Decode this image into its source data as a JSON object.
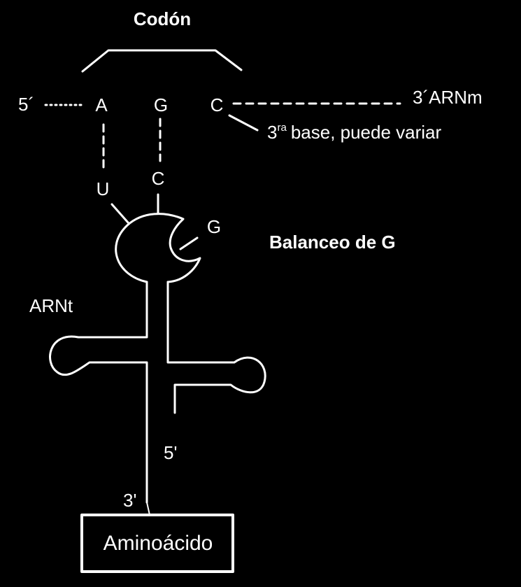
{
  "labels": {
    "codon": "Codón",
    "five_prime_mrna": "5´",
    "three_prime_mrna": "3´ARNm",
    "base_a": "A",
    "base_g_top": "G",
    "base_c_top": "C",
    "third_base_sup": "ra",
    "third_base_prefix": "3",
    "third_base_text": "base, puede variar",
    "anticodon_u": "U",
    "anticodon_c": "C",
    "anticodon_g": "G",
    "wobble": "Balanceo de G",
    "trna": "ARNt",
    "five_prime_trna": "5'",
    "three_prime_trna": "3'",
    "amino_acid": "Aminoácido"
  },
  "colors": {
    "background": "#000000",
    "foreground": "#ffffff"
  }
}
